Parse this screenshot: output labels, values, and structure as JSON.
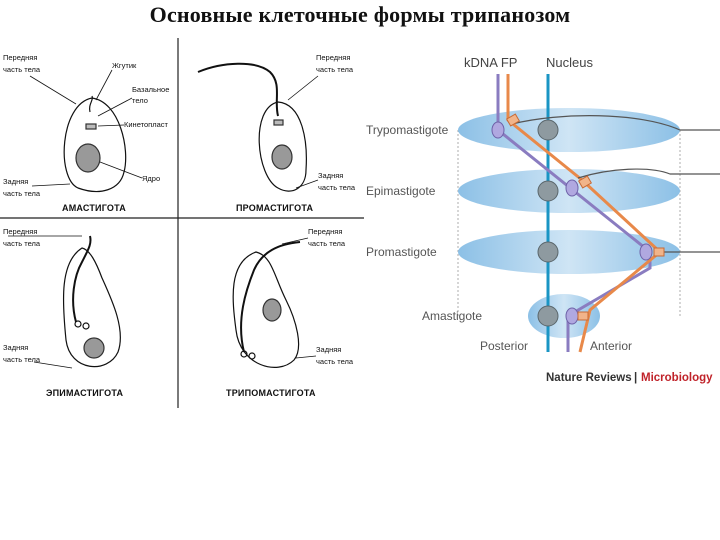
{
  "title": "Основные клеточные формы трипанозом",
  "left_diagram": {
    "labels": {
      "front_body_1": "Передняя",
      "front_body_2": "часть тела",
      "pocket": "Жгутик",
      "basal_1": "Базальное",
      "basal_2": "тело",
      "kinetoplast": "Кинетопласт",
      "nucleus": "Ядро",
      "rear_1": "Задняя",
      "rear_2": "часть тела"
    },
    "forms": {
      "amastigote": "АМАСТИГОТА",
      "promastigote": "ПРОМАСТИГОТА",
      "epimastigote": "ЭПИМАСТИГОТА",
      "trypomastigote": "ТРИПОМАСТИГОТА"
    }
  },
  "right_diagram": {
    "headers": {
      "kdna": "kDNA FP",
      "nucleus": "Nucleus"
    },
    "stages": [
      "Trypomastigote",
      "Epimastigote",
      "Promastigote",
      "Amastigote"
    ],
    "posterior": "Posterior",
    "anterior": "Anterior",
    "credit_1": "Nature Reviews",
    "credit_sep": "|",
    "credit_2": "Microbiology",
    "colors": {
      "purple": "#8a7cc0",
      "orange": "#e8894a",
      "teal": "#1a95c4",
      "disc": "#b9d8ee"
    }
  }
}
